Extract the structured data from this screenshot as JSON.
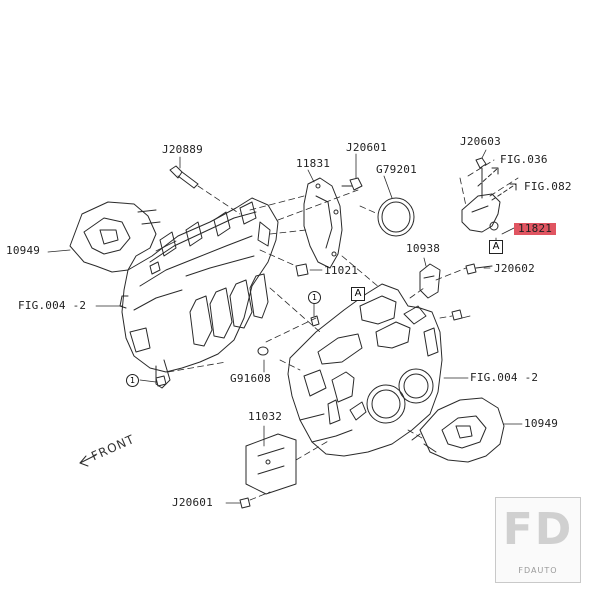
{
  "labels": {
    "j20889": "J20889",
    "l11831": "11831",
    "j20601_top": "J20601",
    "g79201": "G79201",
    "j20603": "J20603",
    "fig036": "FIG.036",
    "fig082": "FIG.082",
    "l11821": "11821",
    "l10949_left": "10949",
    "l10938": "10938",
    "l11021": "11021",
    "j20602": "J20602",
    "fig004_left": "FIG.004 -2",
    "g91608": "G91608",
    "fig004_right": "FIG.004 -2",
    "l10949_right": "10949",
    "l11032": "11032",
    "j20601_bottom": "J20601",
    "front": "FRONT"
  },
  "ref_marks": {
    "box_a": "A",
    "circle_1": "1"
  },
  "highlight": {
    "part": "11821",
    "color": "#e05561"
  },
  "watermark": {
    "main": "FD",
    "sub": "FDAUTO"
  }
}
